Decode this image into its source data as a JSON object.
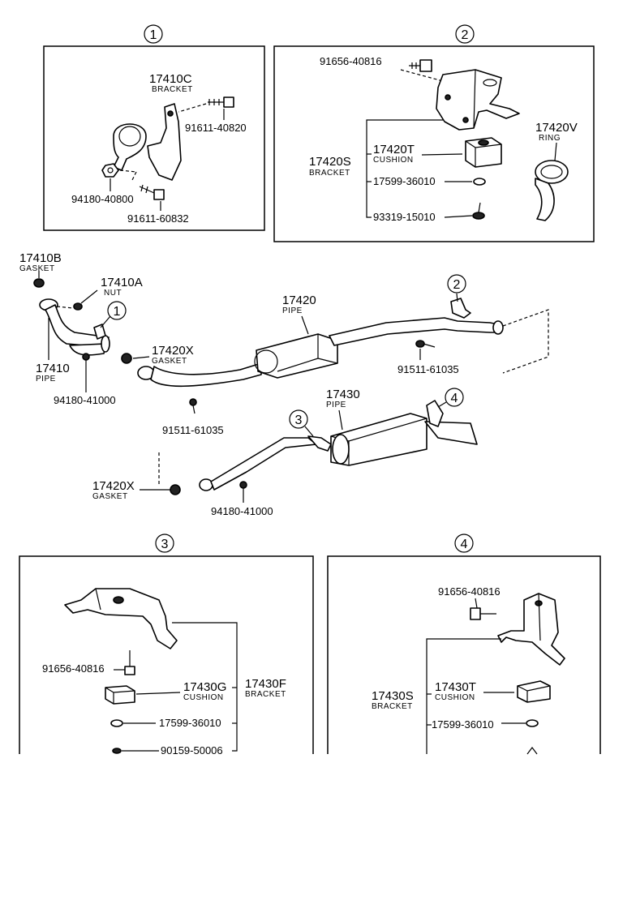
{
  "callouts": {
    "c1": "1",
    "c2": "2",
    "c3": "3",
    "c4": "4"
  },
  "box1": {
    "p17410c": "17410C",
    "bracket": "BRACKET",
    "p91611_40820": "91611-40820",
    "p94180_40800": "94180-40800",
    "p91611_60832": "91611-60832"
  },
  "box2": {
    "p91656_40816": "91656-40816",
    "p17420v": "17420V",
    "ring": "RING",
    "p17420t": "17420T",
    "cushion": "CUSHION",
    "p17420s": "17420S",
    "bracket": "BRACKET",
    "p17599_36010": "17599-36010",
    "p93319_15010": "93319-15010"
  },
  "main": {
    "p17410b": "17410B",
    "gasket_b": "GASKET",
    "p17410a": "17410A",
    "nut": "NUT",
    "p17410": "17410",
    "pipe_17410": "PIPE",
    "p94180_41000_a": "94180-41000",
    "p17420x_a": "17420X",
    "gasket_xa": "GASKET",
    "p17420": "17420",
    "pipe_17420": "PIPE",
    "p91511_61035_a": "91511-61035",
    "p91511_61035_b": "91511-61035",
    "p17430": "17430",
    "pipe_17430": "PIPE",
    "p17420x_b": "17420X",
    "gasket_xb": "GASKET",
    "p94180_41000_b": "94180-41000"
  },
  "box3": {
    "p91656_40816": "91656-40816",
    "p17430g": "17430G",
    "cushion": "CUSHION",
    "p17430f": "17430F",
    "bracket": "BRACKET",
    "p17599_36010": "17599-36010",
    "p90159_50006": "90159-50006"
  },
  "box4": {
    "p91656_40816": "91656-40816",
    "p17430s": "17430S",
    "bracket": "BRACKET",
    "p17430t": "17430T",
    "cushion": "CUSHION",
    "p17599_36010": "17599-36010"
  }
}
